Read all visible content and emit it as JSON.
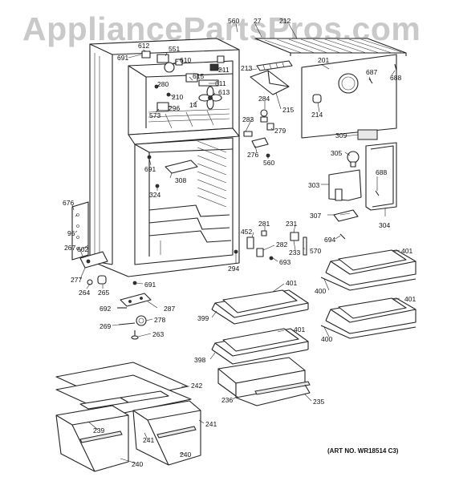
{
  "watermark": "AppliancePartsPros.com",
  "art_number": "(ART NO. WR18514 C3)",
  "callouts": [
    "560",
    "27",
    "212",
    "691",
    "612",
    "551",
    "610",
    "211",
    "213",
    "201",
    "615",
    "611",
    "687",
    "688",
    "280",
    "210",
    "613",
    "296",
    "14",
    "573",
    "284",
    "215",
    "214",
    "283",
    "279",
    "309",
    "276",
    "560",
    "305",
    "691",
    "308",
    "324",
    "303",
    "688",
    "676",
    "96",
    "267",
    "602",
    "281",
    "231",
    "307",
    "694",
    "452",
    "282",
    "570",
    "304",
    "294",
    "233",
    "693",
    "277",
    "264",
    "265",
    "691",
    "401",
    "401",
    "692",
    "287",
    "399",
    "400",
    "401",
    "278",
    "269",
    "263",
    "401",
    "400",
    "398",
    "242",
    "236",
    "235",
    "239",
    "241",
    "241",
    "240",
    "240"
  ]
}
